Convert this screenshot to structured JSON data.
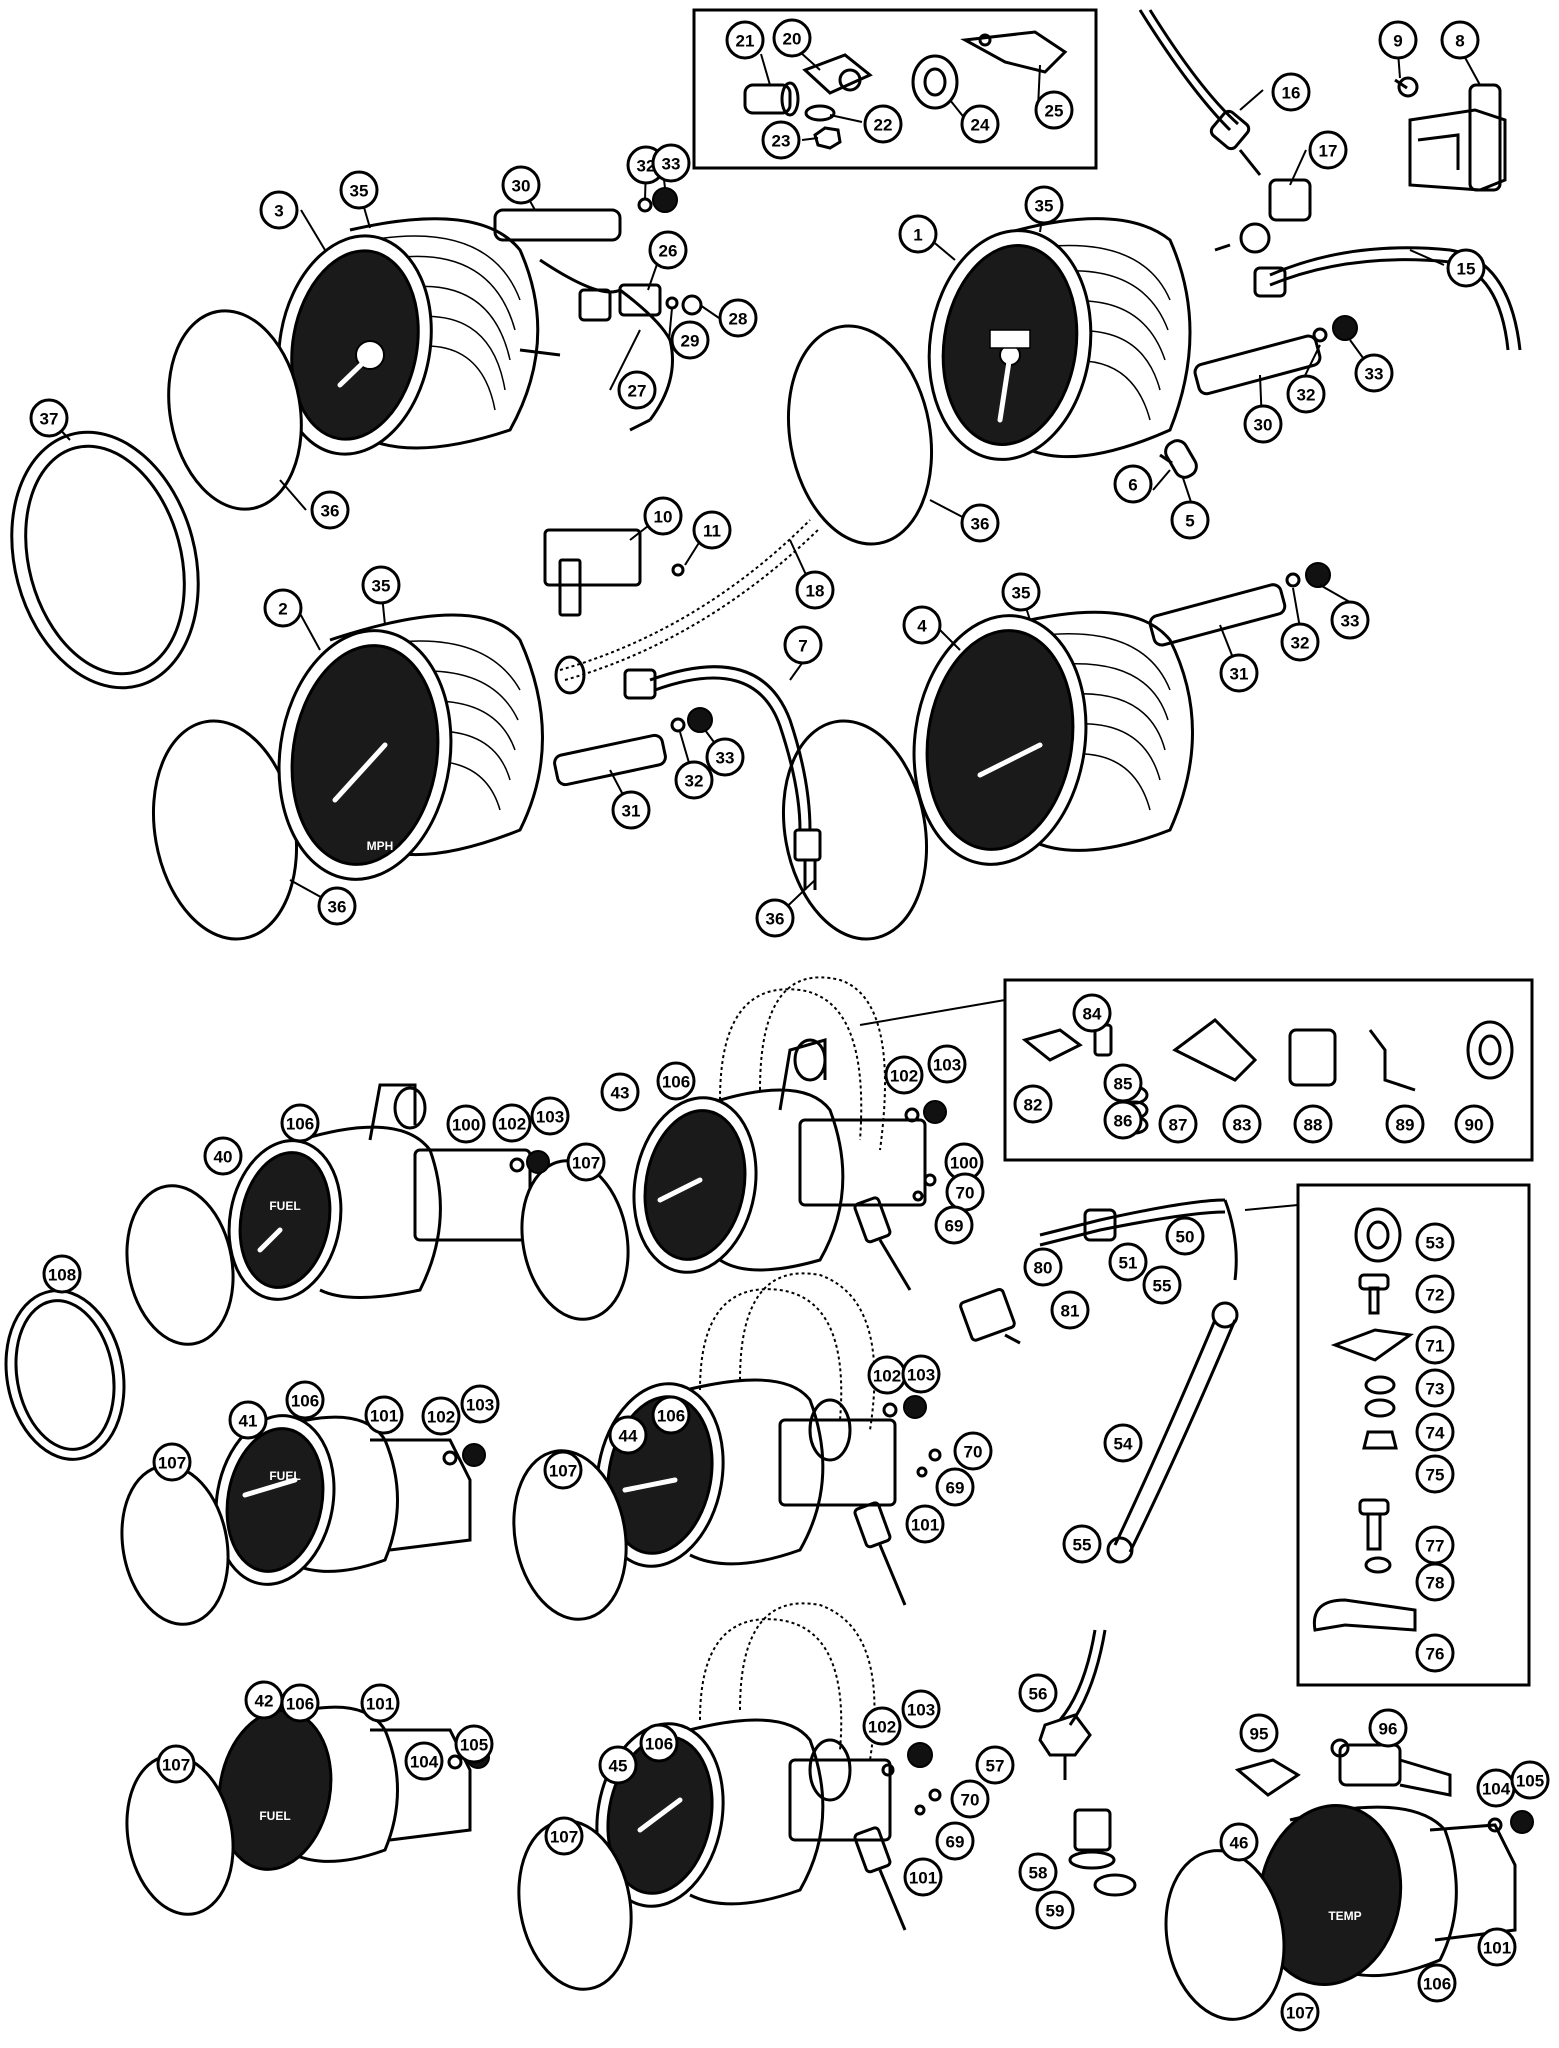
{
  "callouts": [
    {
      "label": "21"
    },
    {
      "label": "20"
    },
    {
      "label": "22"
    },
    {
      "label": "23"
    },
    {
      "label": "24"
    },
    {
      "label": "25"
    },
    {
      "label": "16"
    },
    {
      "label": "17"
    },
    {
      "label": "15"
    },
    {
      "label": "9"
    },
    {
      "label": "8"
    },
    {
      "label": "3"
    },
    {
      "label": "35"
    },
    {
      "label": "30"
    },
    {
      "label": "32"
    },
    {
      "label": "33"
    },
    {
      "label": "26"
    },
    {
      "label": "28"
    },
    {
      "label": "29"
    },
    {
      "label": "27"
    },
    {
      "label": "1"
    },
    {
      "label": "35"
    },
    {
      "label": "30"
    },
    {
      "label": "32"
    },
    {
      "label": "33"
    },
    {
      "label": "37"
    },
    {
      "label": "36"
    },
    {
      "label": "36"
    },
    {
      "label": "6"
    },
    {
      "label": "5"
    },
    {
      "label": "10"
    },
    {
      "label": "11"
    },
    {
      "label": "18"
    },
    {
      "label": "7"
    },
    {
      "label": "2"
    },
    {
      "label": "35"
    },
    {
      "label": "31"
    },
    {
      "label": "32"
    },
    {
      "label": "33"
    },
    {
      "label": "36"
    },
    {
      "label": "36"
    },
    {
      "label": "4"
    },
    {
      "label": "35"
    },
    {
      "label": "31"
    },
    {
      "label": "32"
    },
    {
      "label": "33"
    },
    {
      "label": "84"
    },
    {
      "label": "82"
    },
    {
      "label": "85"
    },
    {
      "label": "86"
    },
    {
      "label": "87"
    },
    {
      "label": "83"
    },
    {
      "label": "88"
    },
    {
      "label": "89"
    },
    {
      "label": "90"
    },
    {
      "label": "40"
    },
    {
      "label": "106"
    },
    {
      "label": "100"
    },
    {
      "label": "102"
    },
    {
      "label": "103"
    },
    {
      "label": "107"
    },
    {
      "label": "43"
    },
    {
      "label": "106"
    },
    {
      "label": "102"
    },
    {
      "label": "103"
    },
    {
      "label": "100"
    },
    {
      "label": "70"
    },
    {
      "label": "69"
    },
    {
      "label": "108"
    },
    {
      "label": "50"
    },
    {
      "label": "51"
    },
    {
      "label": "80"
    },
    {
      "label": "81"
    },
    {
      "label": "55"
    },
    {
      "label": "54"
    },
    {
      "label": "55"
    },
    {
      "label": "53"
    },
    {
      "label": "72"
    },
    {
      "label": "71"
    },
    {
      "label": "73"
    },
    {
      "label": "74"
    },
    {
      "label": "75"
    },
    {
      "label": "77"
    },
    {
      "label": "78"
    },
    {
      "label": "76"
    },
    {
      "label": "41"
    },
    {
      "label": "106"
    },
    {
      "label": "101"
    },
    {
      "label": "102"
    },
    {
      "label": "103"
    },
    {
      "label": "107"
    },
    {
      "label": "44"
    },
    {
      "label": "106"
    },
    {
      "label": "102"
    },
    {
      "label": "103"
    },
    {
      "label": "107"
    },
    {
      "label": "70"
    },
    {
      "label": "69"
    },
    {
      "label": "101"
    },
    {
      "label": "42"
    },
    {
      "label": "106"
    },
    {
      "label": "101"
    },
    {
      "label": "104"
    },
    {
      "label": "105"
    },
    {
      "label": "107"
    },
    {
      "label": "45"
    },
    {
      "label": "106"
    },
    {
      "label": "107"
    },
    {
      "label": "102"
    },
    {
      "label": "103"
    },
    {
      "label": "70"
    },
    {
      "label": "69"
    },
    {
      "label": "101"
    },
    {
      "label": "56"
    },
    {
      "label": "57"
    },
    {
      "label": "58"
    },
    {
      "label": "59"
    },
    {
      "label": "95"
    },
    {
      "label": "96"
    },
    {
      "label": "104"
    },
    {
      "label": "105"
    },
    {
      "label": "46"
    },
    {
      "label": "101"
    },
    {
      "label": "106"
    },
    {
      "label": "107"
    }
  ],
  "gauge_faces": {
    "fuel": "FUEL",
    "temp": "TEMP",
    "mph": "MPH"
  }
}
